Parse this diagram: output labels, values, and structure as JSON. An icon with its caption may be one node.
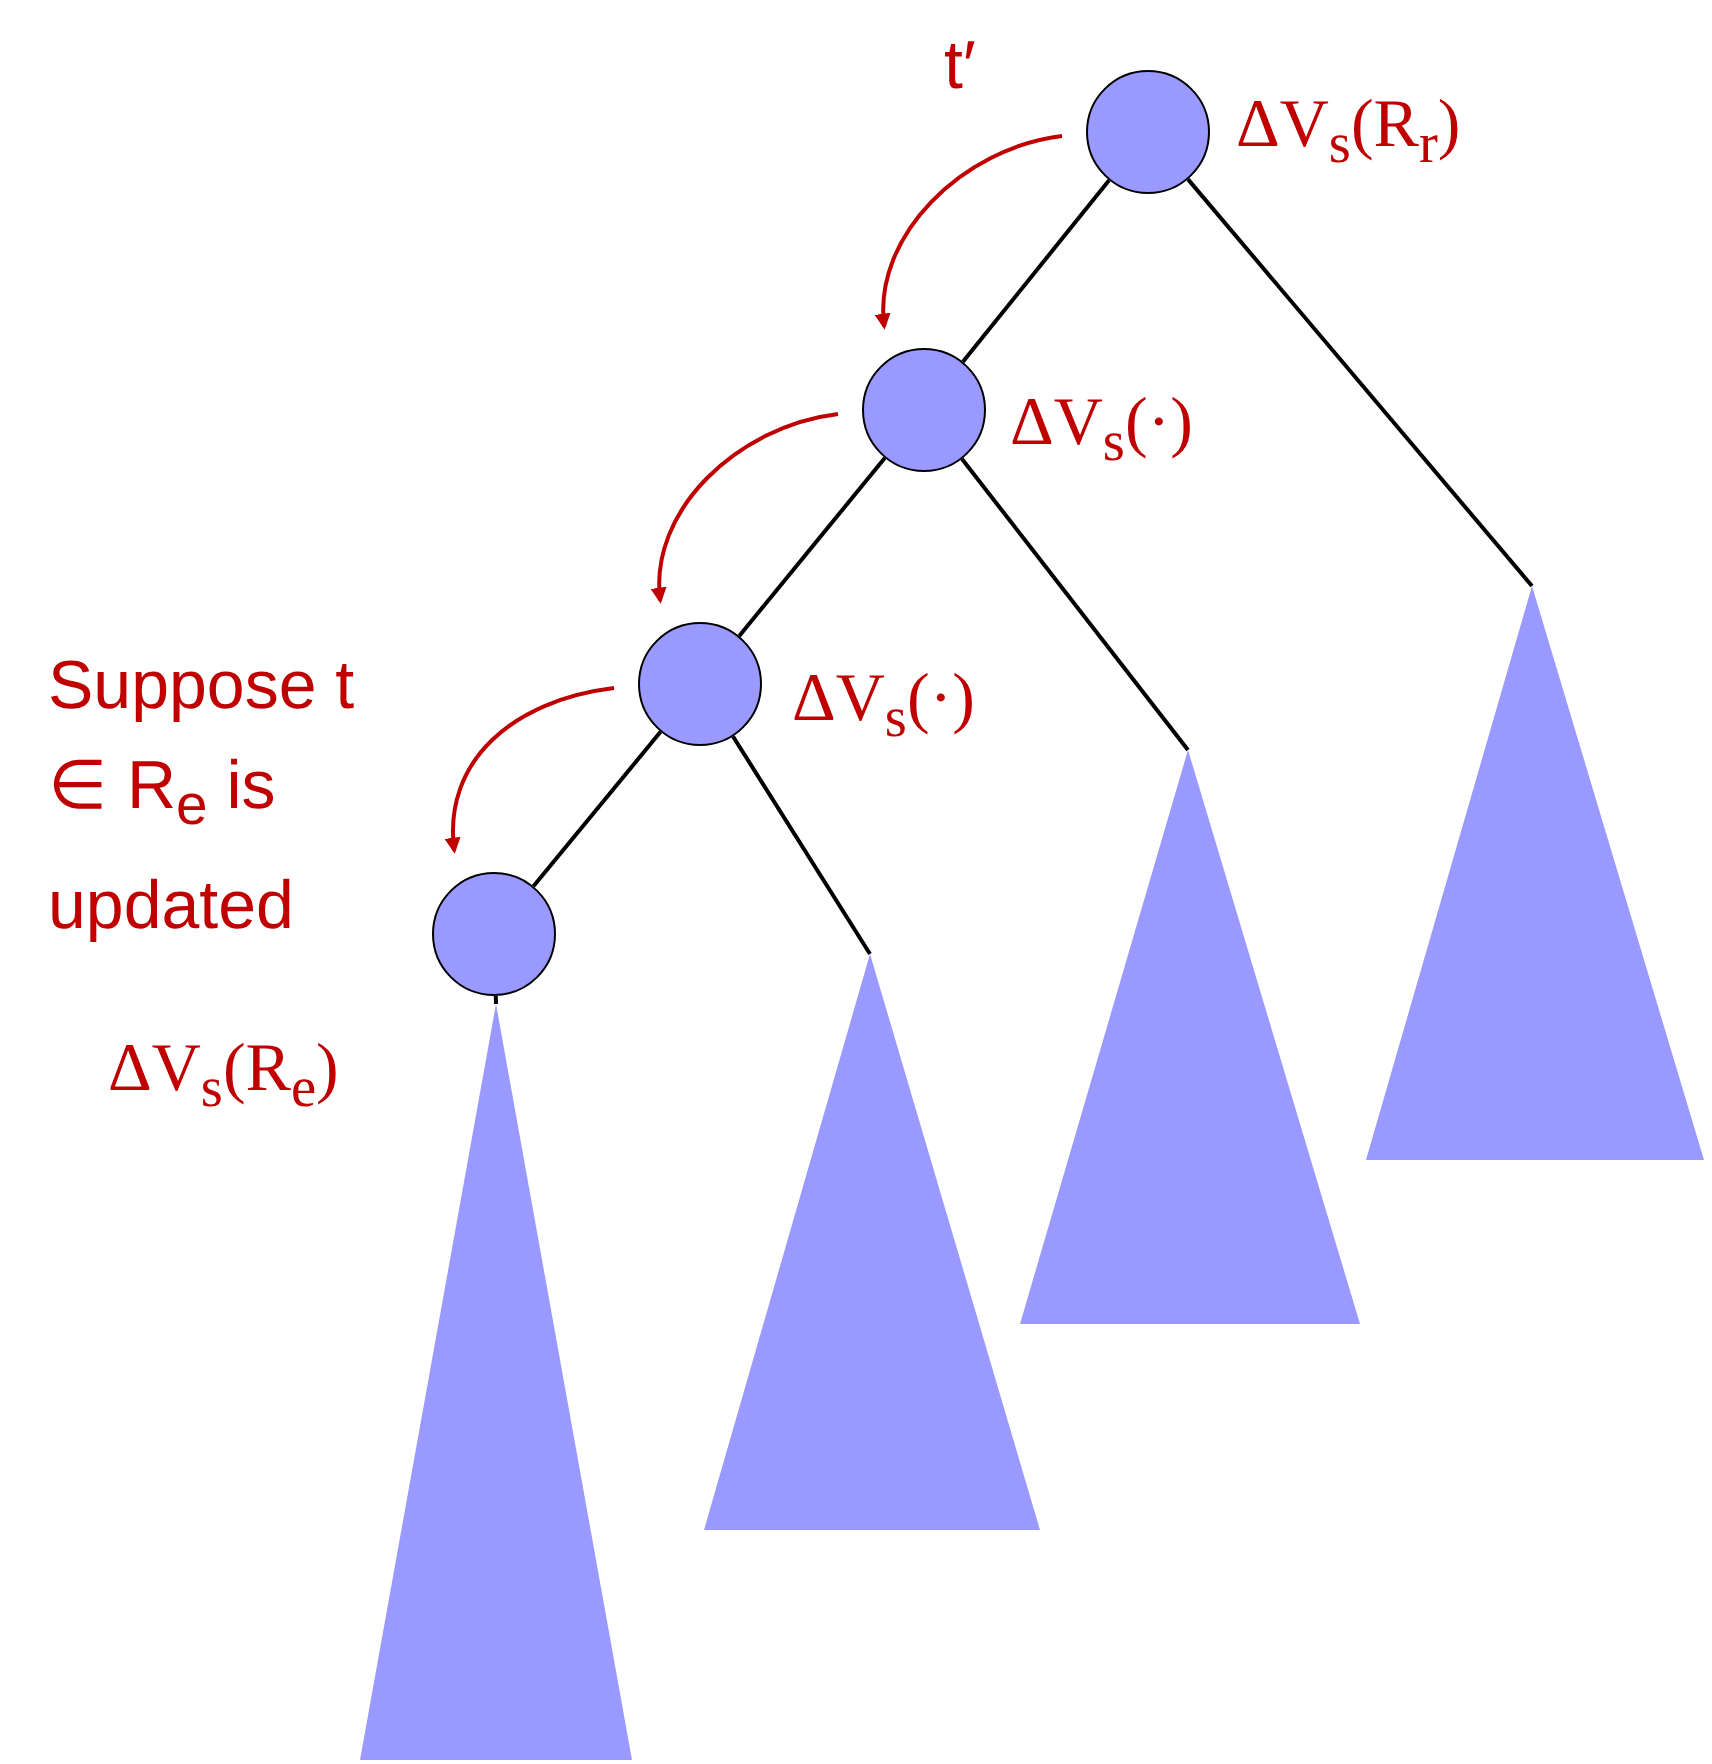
{
  "diagram": {
    "nodes": [
      {
        "text": [],
        "shape": "circle",
        "beside": [
          "ΔV$_{s}$(R$_{r}$)"
        ]
      },
      {
        "text": [],
        "shape": "circle",
        "beside": [
          "ΔV$_{s}$(·)"
        ]
      },
      {
        "text": [],
        "shape": "circle",
        "beside": [
          "ΔV$_{s}$(·)"
        ]
      },
      {
        "text": [],
        "shape": "circle"
      },
      {
        "text": [],
        "shape": "triangle"
      },
      {
        "text": [],
        "shape": "triangle"
      },
      {
        "text": [],
        "shape": "triangle"
      },
      {
        "text": [],
        "shape": "triangle"
      }
    ],
    "edges": [
      {
        "from": 0,
        "to": 1,
        "arrow": "none"
      },
      {
        "from": 1,
        "to": 2,
        "arrow": "none"
      },
      {
        "from": 2,
        "to": 3,
        "arrow": "none"
      },
      {
        "from": 3,
        "to": 4,
        "arrow": "none"
      },
      {
        "from": 2,
        "to": 5,
        "arrow": "none"
      },
      {
        "from": 1,
        "to": 6,
        "arrow": "none"
      },
      {
        "from": 0,
        "to": 7,
        "arrow": "none"
      },
      {
        "from": 0,
        "to": 1,
        "arrow": "to",
        "color": "#c00000"
      },
      {
        "from": 1,
        "to": 2,
        "arrow": "to",
        "color": "#c00000"
      },
      {
        "from": 2,
        "to": 3,
        "arrow": "to",
        "color": "#c00000"
      }
    ],
    "labels": [
      "t′",
      "Suppose t ∈ R$_{e}$ is updated",
      "ΔV$_{s}$(R$_{e}$)"
    ]
  }
}
